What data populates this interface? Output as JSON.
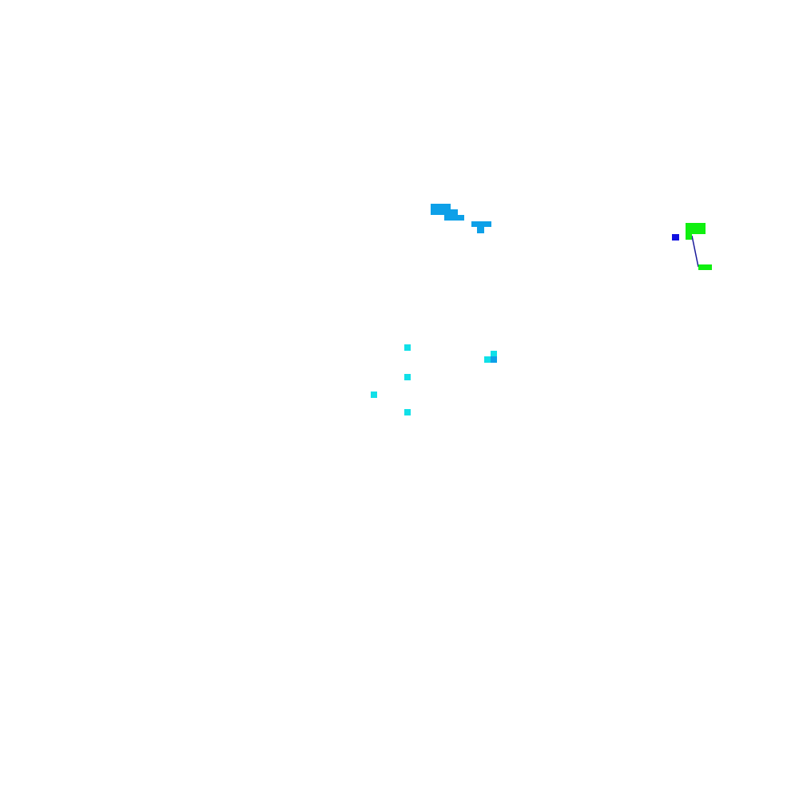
{
  "scene": {
    "background": "#ffffff",
    "palette": {
      "sky_blue": "#0da0e8",
      "cyan": "#10e0e8",
      "blue": "#1010e0",
      "navy_line": "#1a1a9a",
      "green": "#10f010"
    },
    "groups": [
      {
        "name": "sky-blue-cluster",
        "color_key": "sky_blue"
      },
      {
        "name": "cyan-scatter",
        "color_key": "cyan"
      },
      {
        "name": "green-blue-marker",
        "color_key": "green"
      }
    ]
  }
}
